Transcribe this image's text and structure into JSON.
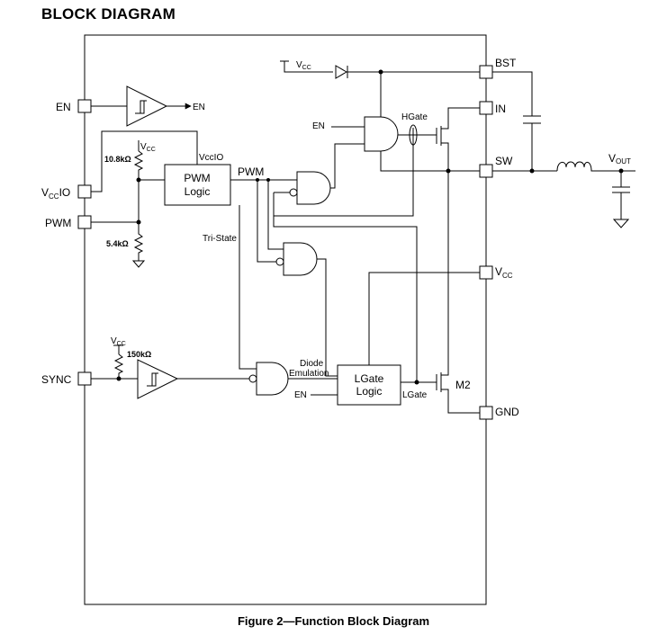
{
  "title": "BLOCK DIAGRAM",
  "caption": "Figure 2—Function Block Diagram",
  "pins": {
    "en": "EN",
    "vccio_main": "V",
    "vccio_sub": "CC",
    "vccio_suffix": "IO",
    "pwm": "PWM",
    "sync": "SYNC",
    "bst": "BST",
    "in": "IN",
    "sw": "SW",
    "vcc_main": "V",
    "vcc_sub": "CC",
    "gnd": "GND"
  },
  "blocks": {
    "pwm_logic_line1": "PWM",
    "pwm_logic_line2": "Logic",
    "lgate_logic_line1": "LGate",
    "lgate_logic_line2": "Logic"
  },
  "labels": {
    "vcc_top_main": "V",
    "vcc_top_sub": "CC",
    "en_out": "EN",
    "vccio_label": "VccIO",
    "pwm_signal": "PWM",
    "tri_state": "Tri-State",
    "en_gate_top": "EN",
    "hgate": "HGate",
    "vout_main": "V",
    "vout_sub": "OUT",
    "r1": "10.8kΩ",
    "r2": "5.4kΩ",
    "r3": "150kΩ",
    "vcc_r1_main": "V",
    "vcc_r1_sub": "CC",
    "vcc_sync_main": "V",
    "vcc_sync_sub": "CC",
    "diode_emulation_1": "Diode",
    "diode_emulation_2": "Emulation",
    "en_lgate": "EN",
    "lgate": "LGate",
    "m2": "M2"
  }
}
